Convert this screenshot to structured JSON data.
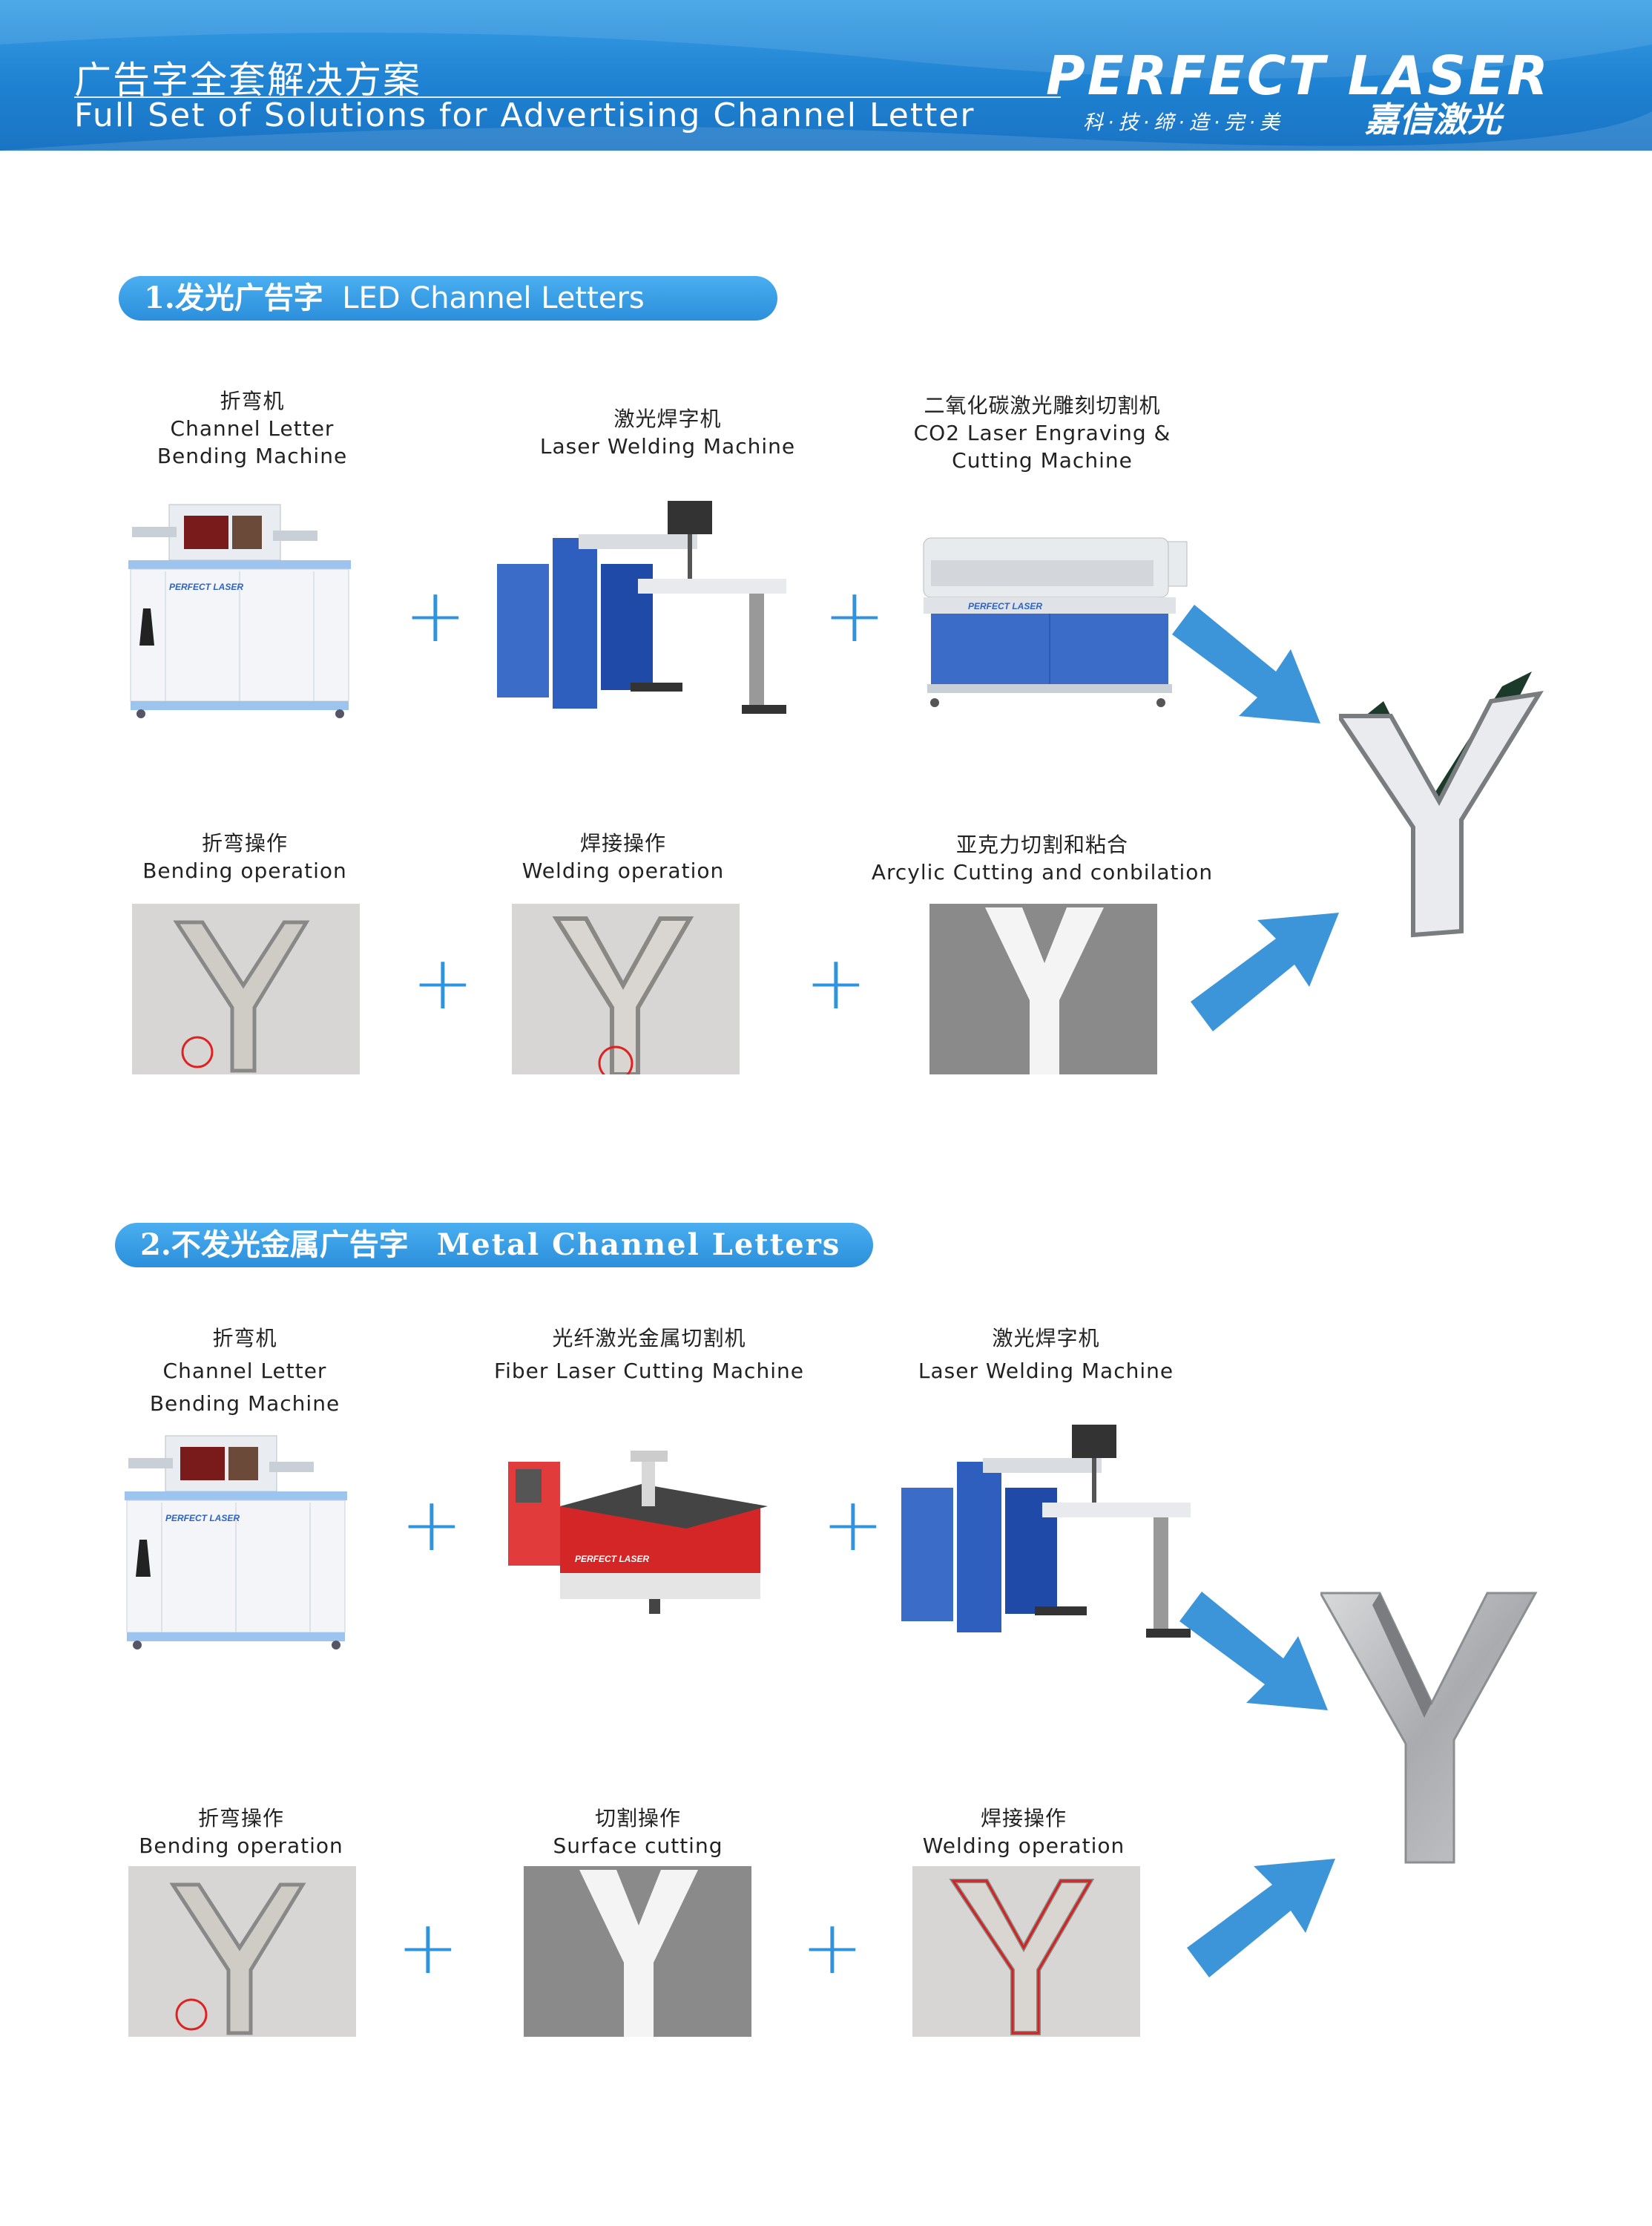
{
  "header": {
    "title_cn": "广告字全套解决方案",
    "title_en": "Full Set of Solutions for Advertising Channel Letter",
    "brand": "PERFECT LASER",
    "brand_cn": "嘉信激光",
    "slogan": "科·技·缔·造·完·美"
  },
  "section1": {
    "title_cn": "1.发光广告字",
    "title_en": "LED Channel Letters",
    "machines": [
      {
        "cn": "折弯机",
        "en1": "Channel Letter",
        "en2": "Bending Machine",
        "label": "PERFECT LASER"
      },
      {
        "cn": "激光焊字机",
        "en1": "Laser Welding Machine",
        "en2": ""
      },
      {
        "cn": "二氧化碳激光雕刻切割机",
        "en1": "CO2 Laser Engraving &",
        "en2": "Cutting Machine",
        "label": "PERFECT LASER"
      }
    ],
    "operations": [
      {
        "cn": "折弯操作",
        "en": "Bending operation"
      },
      {
        "cn": "焊接操作",
        "en": "Welding operation"
      },
      {
        "cn": "亚克力切割和粘合",
        "en": "Arcylic Cutting and conbilation"
      }
    ]
  },
  "section2": {
    "title_cn": "2.不发光金属广告字",
    "title_en": "Metal Channel Letters",
    "machines": [
      {
        "cn": "折弯机",
        "en1": "Channel Letter",
        "en2": "Bending Machine",
        "label": "PERFECT LASER"
      },
      {
        "cn": "光纤激光金属切割机",
        "en1": "Fiber Laser Cutting Machine",
        "en2": "",
        "label": "PERFECT LASER"
      },
      {
        "cn": "激光焊字机",
        "en1": "Laser Welding Machine",
        "en2": ""
      }
    ],
    "operations": [
      {
        "cn": "折弯操作",
        "en": "Bending operation"
      },
      {
        "cn": "切割操作",
        "en": "Surface cutting"
      },
      {
        "cn": "焊接操作",
        "en": "Welding operation"
      }
    ]
  },
  "colors": {
    "accent": "#2f93dd",
    "header": "#1f82d2",
    "machine_blue": "#2d63c4"
  }
}
